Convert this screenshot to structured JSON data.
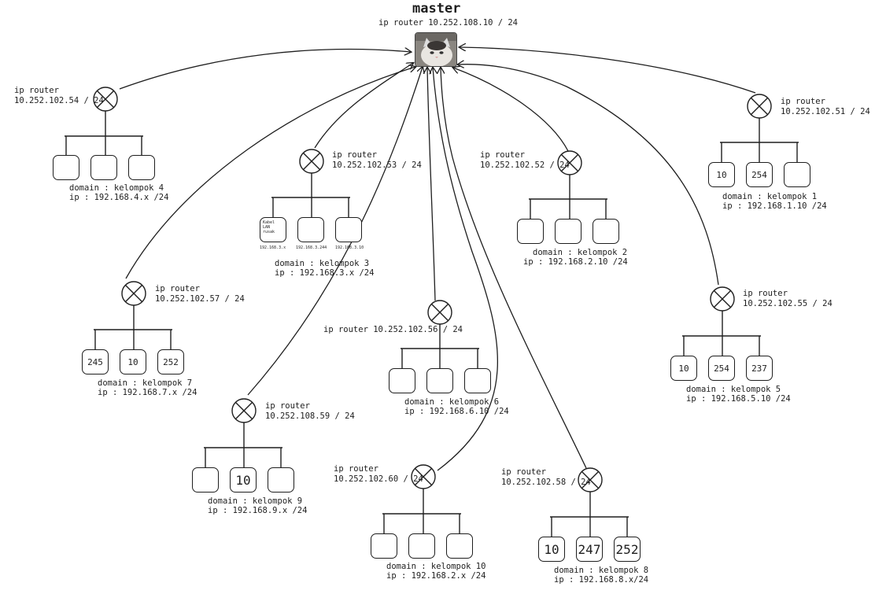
{
  "master": {
    "title": "master",
    "ip_label": "ip router 10.252.108.10 / 24"
  },
  "groups": {
    "k4": {
      "router_label_1": "ip router",
      "router_label_2": "10.252.102.54 / 24",
      "domain": "domain : kelompok 4",
      "ip": "ip : 192.168.4.x /24",
      "boxes": [
        "",
        "",
        ""
      ]
    },
    "k3": {
      "router_label_1": "ip router",
      "router_label_2": "10.252.102.53 / 24",
      "domain": "domain : kelompok 3",
      "ip": "ip : 192.168.3.x /24",
      "boxes": [
        "",
        "",
        ""
      ],
      "note": "Kabel LAN rusak",
      "sublabels": [
        "192.168.3.x",
        "192.168.3.244",
        "192.168.3.10"
      ]
    },
    "k2": {
      "router_label_1": "ip router",
      "router_label_2": "10.252.102.52 / 24",
      "domain": "domain : kelompok 2",
      "ip": "ip : 192.168.2.10 /24",
      "boxes": [
        "",
        "",
        ""
      ]
    },
    "k1": {
      "router_label_1": "ip router",
      "router_label_2": "10.252.102.51 / 24",
      "domain": "domain : kelompok 1",
      "ip": "ip : 192.168.1.10 /24",
      "boxes": [
        "10",
        "254",
        ""
      ]
    },
    "k7": {
      "router_label_1": "ip router",
      "router_label_2": "10.252.102.57 / 24",
      "domain": "domain : kelompok 7",
      "ip": "ip : 192.168.7.x /24",
      "boxes": [
        "245",
        "10",
        "252"
      ]
    },
    "k6": {
      "router_label_1": "ip router 10.252.102.56 / 24",
      "domain": "domain : kelompok 6",
      "ip": "ip : 192.168.6.10 /24",
      "boxes": [
        "",
        "",
        ""
      ]
    },
    "k5": {
      "router_label_1": "ip router",
      "router_label_2": "10.252.102.55 / 24",
      "domain": "domain : kelompok 5",
      "ip": "ip : 192.168.5.10 /24",
      "boxes": [
        "10",
        "254",
        "237"
      ]
    },
    "k9": {
      "router_label_1": "ip router",
      "router_label_2": "10.252.108.59 / 24",
      "domain": "domain : kelompok 9",
      "ip": "ip : 192.168.9.x /24",
      "boxes": [
        "",
        "10",
        ""
      ]
    },
    "k10": {
      "router_label_1": "ip router",
      "router_label_2": "10.252.102.60 / 24",
      "domain": "domain : kelompok 10",
      "ip": "ip : 192.168.2.x /24",
      "boxes": [
        "",
        "",
        ""
      ]
    },
    "k8": {
      "router_label_1": "ip router",
      "router_label_2": "10.252.102.58 / 24",
      "domain": "domain : kelompok 8",
      "ip": "ip : 192.168.8.x/24",
      "boxes": [
        "10",
        "247",
        "252"
      ]
    }
  }
}
